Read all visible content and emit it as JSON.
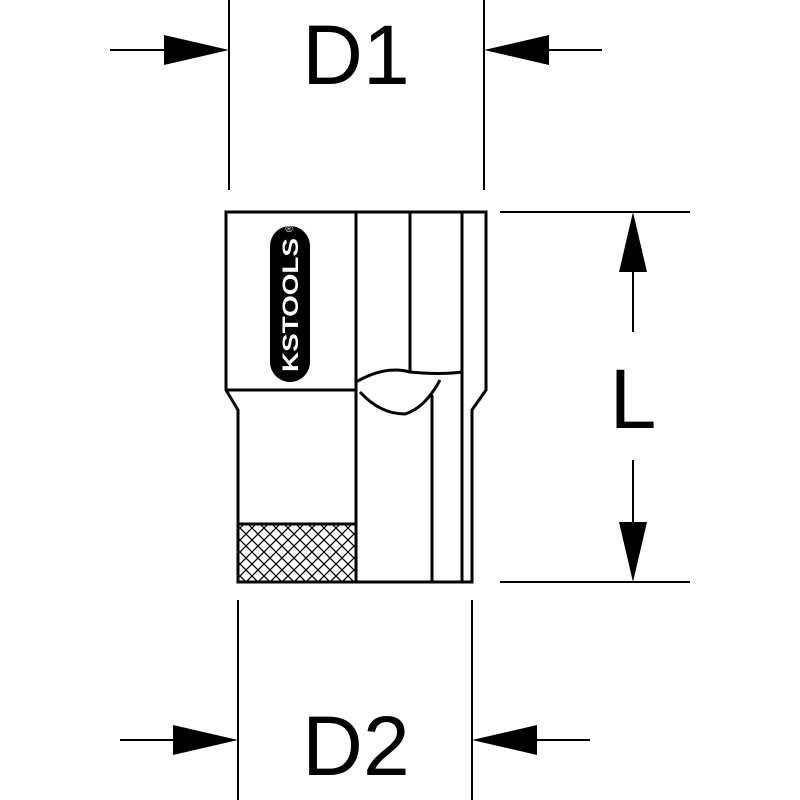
{
  "labels": {
    "top_dimension": "D1",
    "bottom_dimension": "D2",
    "length_dimension": "L"
  },
  "logo": {
    "text": "KSTOOLS",
    "registered_mark": "®"
  },
  "colors": {
    "line": "#000000",
    "background": "#ffffff",
    "logo_fill": "#000000",
    "logo_text": "#ffffff"
  },
  "icons": {
    "arrow": "filled-triangle-arrowhead"
  }
}
